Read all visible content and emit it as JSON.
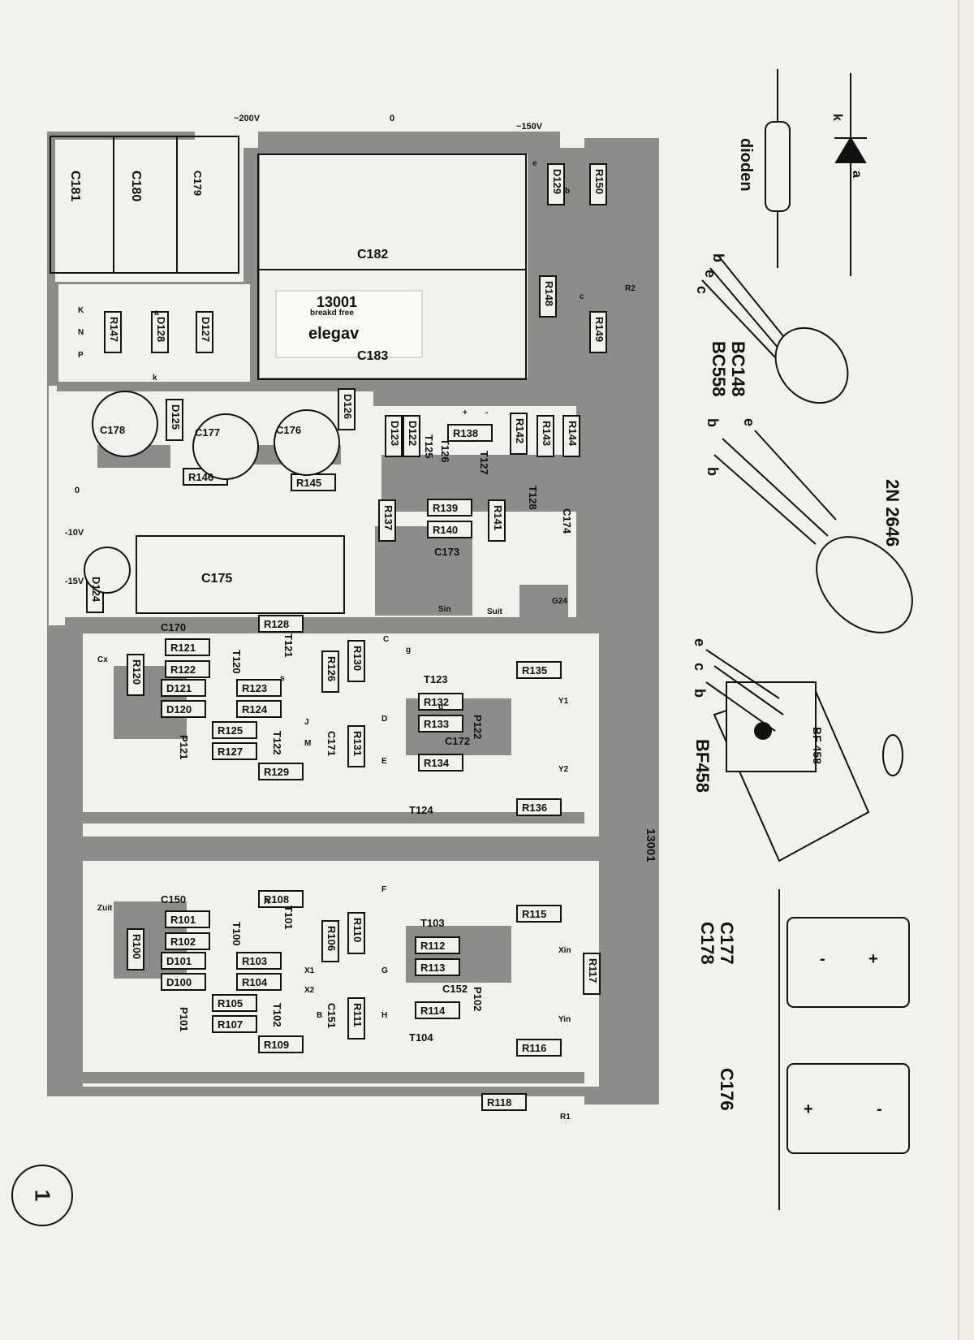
{
  "page": {
    "number": "1"
  },
  "board": {
    "id": "13001",
    "logo_text": "elegav",
    "logo_subtext": "breakd free",
    "sticker_text": "13001",
    "track_color": "#8e8c8b",
    "paper_color": "#f3f1ec",
    "ink_color": "#111111"
  },
  "supply_labels": [
    "~200V",
    "0",
    "~150V",
    "-10V",
    "-15V",
    "0"
  ],
  "components": [
    "C181",
    "C180",
    "C179",
    "C182",
    "C183",
    "R147",
    "D128",
    "D127",
    "C178",
    "C177",
    "C176",
    "D125",
    "D126",
    "R146",
    "R145",
    "C175",
    "D124",
    "D123",
    "D122",
    "T125",
    "T126",
    "T127",
    "R138",
    "R142",
    "R143",
    "R144",
    "R139",
    "R140",
    "C173",
    "R137",
    "R141",
    "T128",
    "C174",
    "R150",
    "D129",
    "R148",
    "R149",
    "C170",
    "R128",
    "R120",
    "R121",
    "R122",
    "T120",
    "T121",
    "R126",
    "R130",
    "R123",
    "R124",
    "R125",
    "R127",
    "R129",
    "T122",
    "C171",
    "R131",
    "D121",
    "D120",
    "P121",
    "T123",
    "R132",
    "R133",
    "C172",
    "R134",
    "T124",
    "R135",
    "R136",
    "P122",
    "C150",
    "R108",
    "R100",
    "R101",
    "R102",
    "T100",
    "T101",
    "R106",
    "R110",
    "R103",
    "R104",
    "R105",
    "R107",
    "R109",
    "T102",
    "C151",
    "R111",
    "D101",
    "D100",
    "P101",
    "T103",
    "R112",
    "R113",
    "C152",
    "R114",
    "T104",
    "R115",
    "R116",
    "P102",
    "R117",
    "R118"
  ],
  "terminals": [
    "K",
    "N",
    "P",
    "a",
    "k",
    "e",
    "b",
    "c",
    "d",
    "g",
    "s",
    "A",
    "B",
    "C",
    "D",
    "E",
    "F",
    "G",
    "H",
    "J",
    "M",
    "X1",
    "X2",
    "Y1",
    "Y2",
    "Xin",
    "Yin",
    "Cx",
    "Zuit",
    "Sin",
    "Suit",
    "G24",
    "R1",
    "R2",
    "+",
    "-"
  ],
  "legend": {
    "diodes_label": "dioden",
    "diode_pins": [
      "k",
      "a"
    ],
    "transistor1_label_a": "BC148",
    "transistor1_label_b": "BC558",
    "transistor1_pins": [
      "b",
      "e",
      "c"
    ],
    "ujt_label": "2N 2646",
    "ujt_pins": [
      "b",
      "e",
      "b"
    ],
    "power_label": "BF458",
    "power_pins": [
      "e",
      "c",
      "b"
    ],
    "power_marking": "BF 458",
    "cap_labels": [
      "C177",
      "C178"
    ],
    "cap2_label": "C176",
    "polarity": [
      "+",
      "-"
    ]
  }
}
